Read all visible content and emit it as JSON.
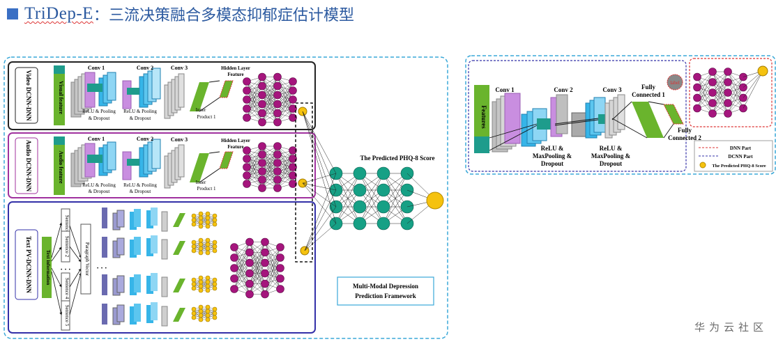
{
  "title": {
    "prefix": "TriDep-E",
    "separator": "：",
    "rest": "三流决策融合多模态抑郁症估计模型"
  },
  "left_figure": {
    "video_branch": {
      "side_label": "Video DCNN-DNN",
      "feature_label": "Visual feature",
      "conv1": "Conv 1",
      "conv2": "Conv 2",
      "conv3": "Conv 3",
      "relu1": "ReLU & Pooling",
      "dropout1": "& Dropout",
      "relu2": "ReLU & Pooling",
      "dropout2": "& Dropout",
      "inner1": "Inner",
      "inner2": "Product 1",
      "hidden1": "Hidden Layer",
      "hidden2": "Feature"
    },
    "audio_branch": {
      "side_label": "Audio DCNN-DNN",
      "feature_label": "Audio feature",
      "conv1": "Conv 1",
      "conv2": "Conv 2",
      "conv3": "Conv 3",
      "relu1": "ReLU & Pooling",
      "dropout1": "& Dropout",
      "relu2": "ReLU & Pooling",
      "dropout2": "& Dropout",
      "inner1": "Inner",
      "inner2": "Product 1",
      "hidden1": "Hidden Layer",
      "hidden2": "Feature"
    },
    "text_branch": {
      "side_label": "Text PV-DCNN-DNN",
      "info_label": "Text information",
      "sentences": [
        "Sentence 1",
        "Sentence 2",
        "Sentence 4",
        "Sentence 5"
      ],
      "ellipsis": "· · ·",
      "paragraph_label": "Paragraph Vector"
    },
    "predicted_label": "The Predicted PHQ-8 Score",
    "framework_label_1": "Multi-Modal Depression",
    "framework_label_2": "Prediction Framework"
  },
  "right_figure": {
    "features_label": "Features",
    "conv1": "Conv 1",
    "conv2": "Conv 2",
    "conv3": "Conv 3",
    "relu1_a": "ReLU &",
    "relu1_b": "MaxPooling &",
    "relu1_c": "Dropout",
    "relu2_a": "ReLU &",
    "relu2_b": "MaxPooling &",
    "relu2_c": "Dropout",
    "fc1_a": "Fully",
    "fc1_b": "Connected 1",
    "fc2_a": "Fully",
    "fc2_b": "Connected 2",
    "label_node": "label",
    "legend": {
      "dnn": "DNN Part",
      "dcnn": "DCNN Part",
      "score": "The Predicted PHQ-8 Score"
    }
  },
  "footer": "华为云社区",
  "colors": {
    "title_blue": "#2c5aa0",
    "feature_green": "#6ab42d",
    "conv_blue": "#36b5e8",
    "teal_block": "#1e9c8c",
    "magenta_node": "#a5157d",
    "yellow_node": "#f5c20f",
    "teal_node": "#16a085",
    "frame_cyan": "#3aa8d8",
    "video_frame": "#222222",
    "audio_frame": "#a0309e",
    "text_frame": "#3330a8"
  }
}
